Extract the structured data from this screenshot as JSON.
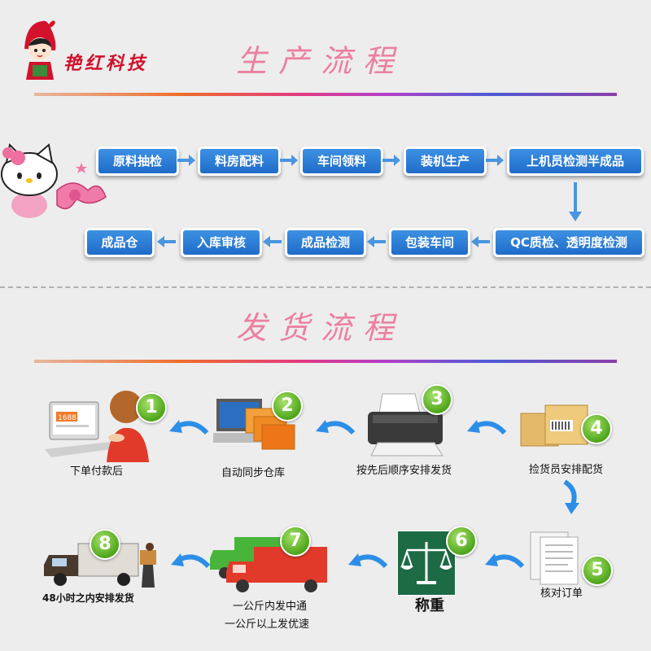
{
  "brand": {
    "name": "艳红科技"
  },
  "production": {
    "title": "生产流程",
    "row1": [
      "原料抽检",
      "料房配料",
      "车间领料",
      "装机生产",
      "上机员检测半成品"
    ],
    "row2": [
      "成品仓",
      "入库审核",
      "成品检测",
      "包装车间",
      "QC质检、透明度检测"
    ]
  },
  "shipping": {
    "title": "发货流程",
    "steps": [
      {
        "num": "1",
        "label": "下单付款后"
      },
      {
        "num": "2",
        "label": "自动同步仓库"
      },
      {
        "num": "3",
        "label": "按先后顺序安排发货"
      },
      {
        "num": "4",
        "label": "捡货员安排配货"
      },
      {
        "num": "5",
        "label": "核对订单"
      },
      {
        "num": "6",
        "label": "称重"
      },
      {
        "num": "7",
        "label": "一公斤内发中通",
        "label2": "一公斤以上发优速"
      },
      {
        "num": "8",
        "label": "48小时之内安排发货"
      }
    ],
    "screen_text": "1688"
  },
  "colors": {
    "box": "#2a78d4",
    "title": "#ec7fa0",
    "badge": "#5cb324",
    "brand": "#d0102a"
  }
}
